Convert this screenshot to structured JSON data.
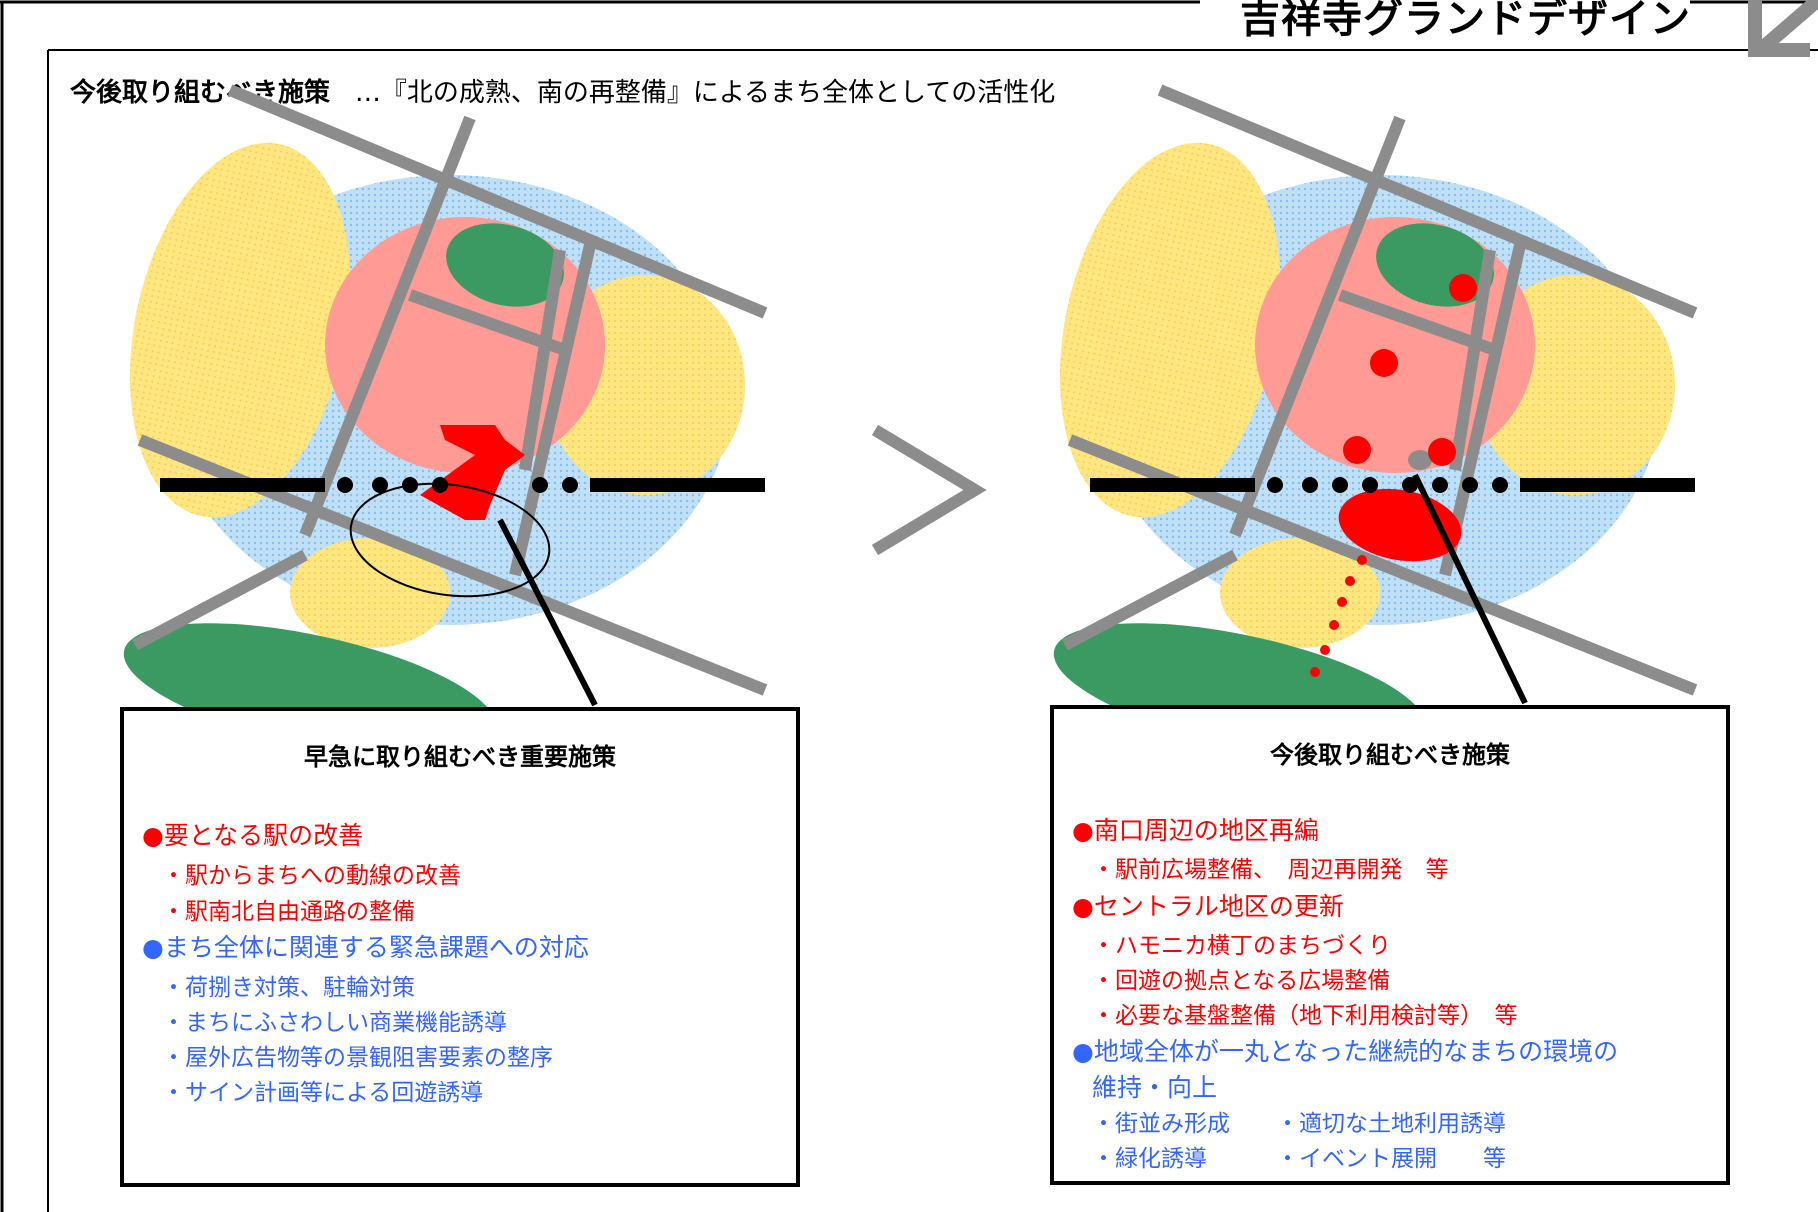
{
  "header": {
    "title": "吉祥寺グランドデザイン"
  },
  "subtitle": {
    "strong": "今後取り組むべき施策",
    "rest": "…『北の成熟、南の再整備』によるまち全体としての活性化"
  },
  "arrow_symbol": "→",
  "left_box": {
    "title": "早急に取り組むべき重要施策",
    "items": [
      "●要となる駅の改善",
      "・駅からまちへの動線の改善",
      "・駅南北自由通路の整備",
      "●まち全体に関連する緊急課題への対応",
      "・荷捌き対策、駐輪対策",
      "・まちにふさわしい商業機能誘導",
      "・屋外広告物等の景観阻害要素の整序",
      "・サイン計画等による回遊誘導"
    ]
  },
  "right_box": {
    "title": "今後取り組むべき施策",
    "items": [
      "●南口周辺の地区再編",
      "・駅前広場整備、　周辺再開発　等",
      "●セントラル地区の更新",
      "・ハモニカ横丁のまちづくり",
      "・回遊の拠点となる広場整備",
      "・必要な基盤整備（地下利用検討等）　等",
      "●地域全体が一丸となった継続的なまちの環境の",
      "維持・向上",
      "・街並み形成　　・適切な土地利用誘導",
      "・緑化誘導　　　・イベント展開　　等"
    ]
  },
  "colors": {
    "outer_area": "#a8d4f2",
    "center_area": "#ff9a94",
    "yellow_area": "#ffe27a",
    "green_area": "#3a9a62",
    "road": "#8c8c8c",
    "policy_red": "#ff0000",
    "policy_blue": "#3366ff"
  }
}
